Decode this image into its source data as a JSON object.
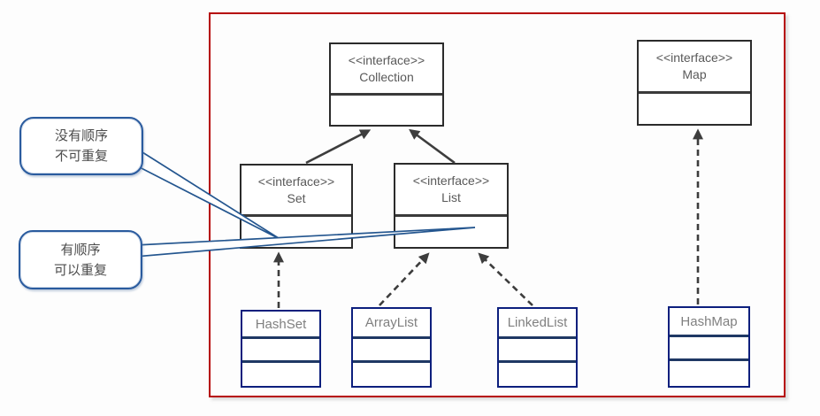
{
  "diagram": {
    "boxes": {
      "collection": {
        "stereotype": "<<interface>>",
        "name": "Collection"
      },
      "set": {
        "stereotype": "<<interface>>",
        "name": "Set"
      },
      "list": {
        "stereotype": "<<interface>>",
        "name": "List"
      },
      "map": {
        "stereotype": "<<interface>>",
        "name": "Map"
      },
      "hashset": {
        "name": "HashSet"
      },
      "arraylist": {
        "name": "ArrayList"
      },
      "linkedlist": {
        "name": "LinkedList"
      },
      "hashmap": {
        "name": "HashMap"
      }
    },
    "callouts": {
      "set_note": {
        "line1": "没有顺序",
        "line2": "不可重复",
        "points_to": "Set"
      },
      "list_note": {
        "line1": "有顺序",
        "line2": "可以重复",
        "points_to": "List"
      }
    },
    "relationships": [
      {
        "from": "Set",
        "to": "Collection",
        "style": "solid-arrow"
      },
      {
        "from": "List",
        "to": "Collection",
        "style": "solid-arrow"
      },
      {
        "from": "HashSet",
        "to": "Set",
        "style": "dashed-arrow"
      },
      {
        "from": "ArrayList",
        "to": "List",
        "style": "dashed-arrow"
      },
      {
        "from": "LinkedList",
        "to": "List",
        "style": "dashed-arrow"
      },
      {
        "from": "HashMap",
        "to": "Map",
        "style": "dashed-arrow"
      }
    ],
    "colors": {
      "frame_red": "#b60606",
      "interface_border": "#2b2b2b",
      "class_border": "#0c1f7d",
      "class_divider": "#1f3864",
      "connector_gray": "#3d3d3d",
      "callout_blue": "#2a5b9e",
      "text_gray": "#595959"
    }
  }
}
